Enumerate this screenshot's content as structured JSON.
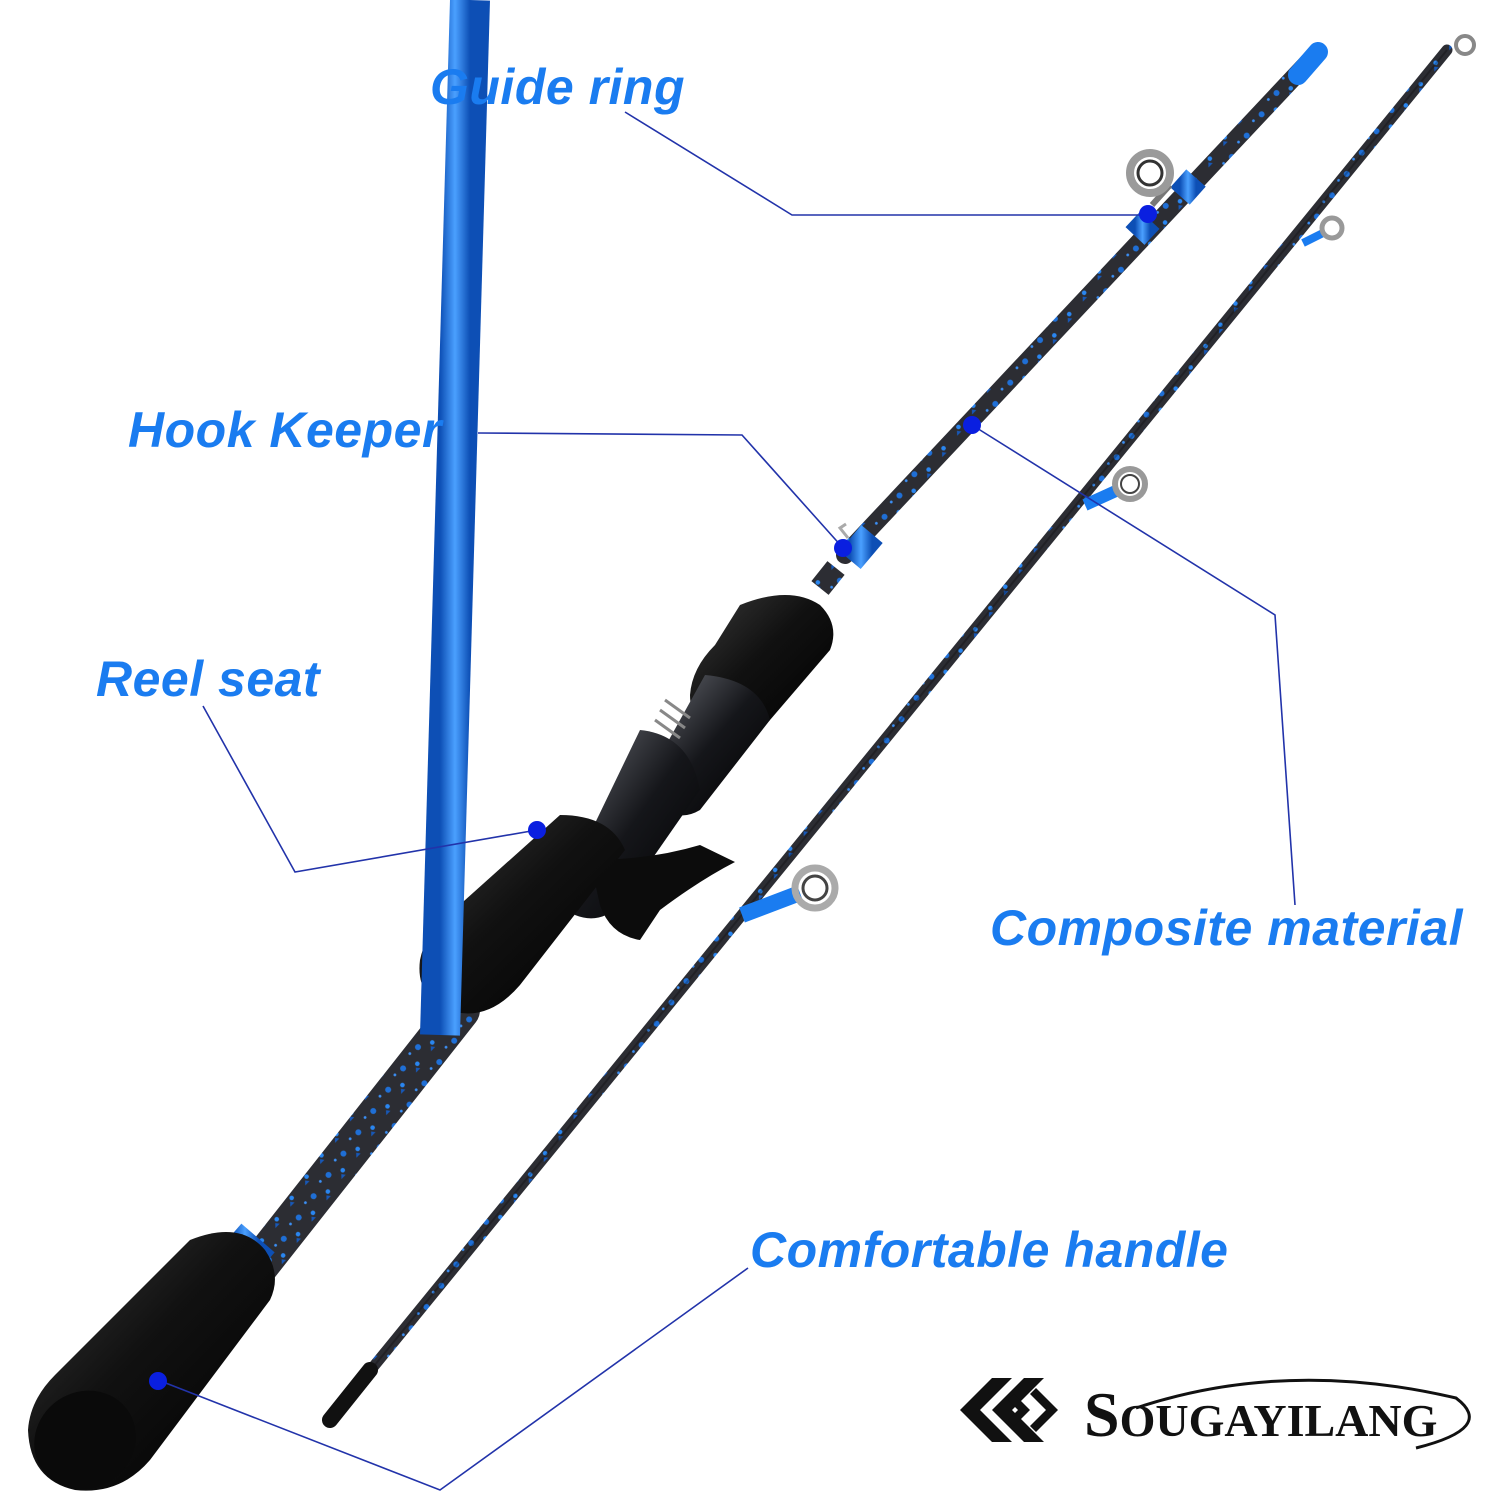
{
  "callouts": {
    "guide_ring": "Guide ring",
    "hook_keeper": "Hook Keeper",
    "reel_seat": "Reel seat",
    "composite_material": "Composite material",
    "comfortable_handle": "Comfortable handle"
  },
  "brand": {
    "initial": "S",
    "rest": "OUGAYILANG"
  },
  "colors": {
    "accent": "#1a7cf0",
    "leader_line": "#2233aa",
    "dot": "#0a1fe0",
    "rod_blank": "#2b2b30",
    "rod_pattern": "#1f6fd6",
    "grip": "#141414"
  },
  "icons": [
    "brand-logo-icon"
  ]
}
